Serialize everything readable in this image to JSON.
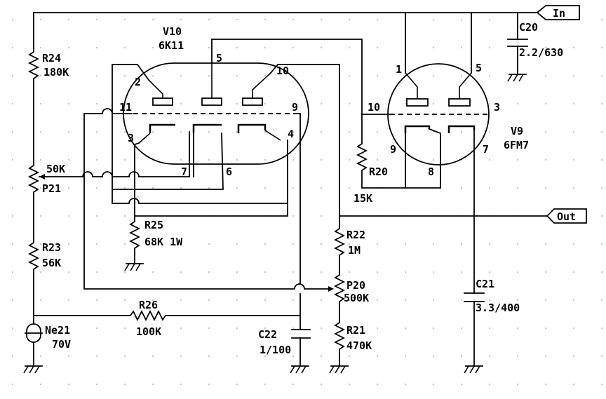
{
  "tubes": {
    "v10": {
      "ref": "V10",
      "type": "6K11",
      "pins": [
        "2",
        "5",
        "10",
        "11",
        "9",
        "3",
        "4",
        "7",
        "6"
      ]
    },
    "v9": {
      "ref": "V9",
      "type": "6FM7",
      "pins": [
        "1",
        "5",
        "10",
        "3",
        "9",
        "7",
        "8"
      ]
    }
  },
  "components": {
    "r24": {
      "ref": "R24",
      "value": "180K"
    },
    "p21": {
      "ref": "P21",
      "value": "50K"
    },
    "r23": {
      "ref": "R23",
      "value": "56K"
    },
    "ne21": {
      "ref": "Ne21",
      "value": "70V"
    },
    "r26": {
      "ref": "R26",
      "value": "100K"
    },
    "r25": {
      "ref": "R25",
      "value": "68K 1W"
    },
    "c22": {
      "ref": "C22",
      "value": "1/100"
    },
    "r22": {
      "ref": "R22",
      "value": "1M"
    },
    "p20": {
      "ref": "P20",
      "value": "500K"
    },
    "r21": {
      "ref": "R21",
      "value": "470K"
    },
    "r20": {
      "ref": "R20",
      "value": "15K"
    },
    "c20": {
      "ref": "C20",
      "value": "2.2/630"
    },
    "c21": {
      "ref": "C21",
      "value": "3.3/400"
    }
  },
  "ports": {
    "in": "In",
    "out": "Out"
  }
}
